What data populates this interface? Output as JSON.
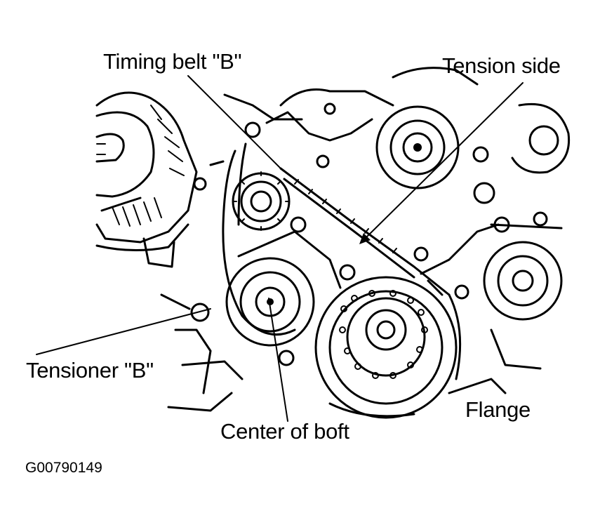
{
  "labels": {
    "timing_belt": "Timing belt \"B\"",
    "tension_side": "Tension side",
    "tensioner": "Tensioner \"B\"",
    "center_of_bolt": "Center of boft",
    "flange": "Flange"
  },
  "figure_code": "G00790149",
  "colors": {
    "ink": "#000000",
    "paper": "#ffffff"
  }
}
